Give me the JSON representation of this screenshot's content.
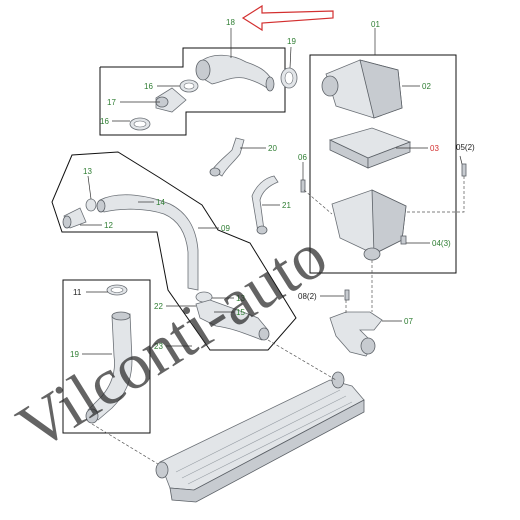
{
  "callouts": {
    "c01": "01",
    "c02": "02",
    "c03": "03",
    "c04": "04(3)",
    "c05": "05(2)",
    "c06": "06",
    "c07": "07",
    "c08": "08(2)",
    "c09": "09",
    "c11": "11",
    "c12": "12",
    "c13a": "13",
    "c13b": "13",
    "c14": "14",
    "c15": "15",
    "c16a": "16",
    "c16b": "16",
    "c17": "17",
    "c18": "18",
    "c19a": "19",
    "c19b": "19",
    "c20": "20",
    "c21": "21",
    "c22": "22",
    "c23": "23"
  },
  "watermark": "Vilconti-auto",
  "colors": {
    "label_green": "#2e7d32",
    "label_red": "#d32f2f",
    "arrow_red": "#d32f2f",
    "part_fill": "#e2e5e8"
  }
}
